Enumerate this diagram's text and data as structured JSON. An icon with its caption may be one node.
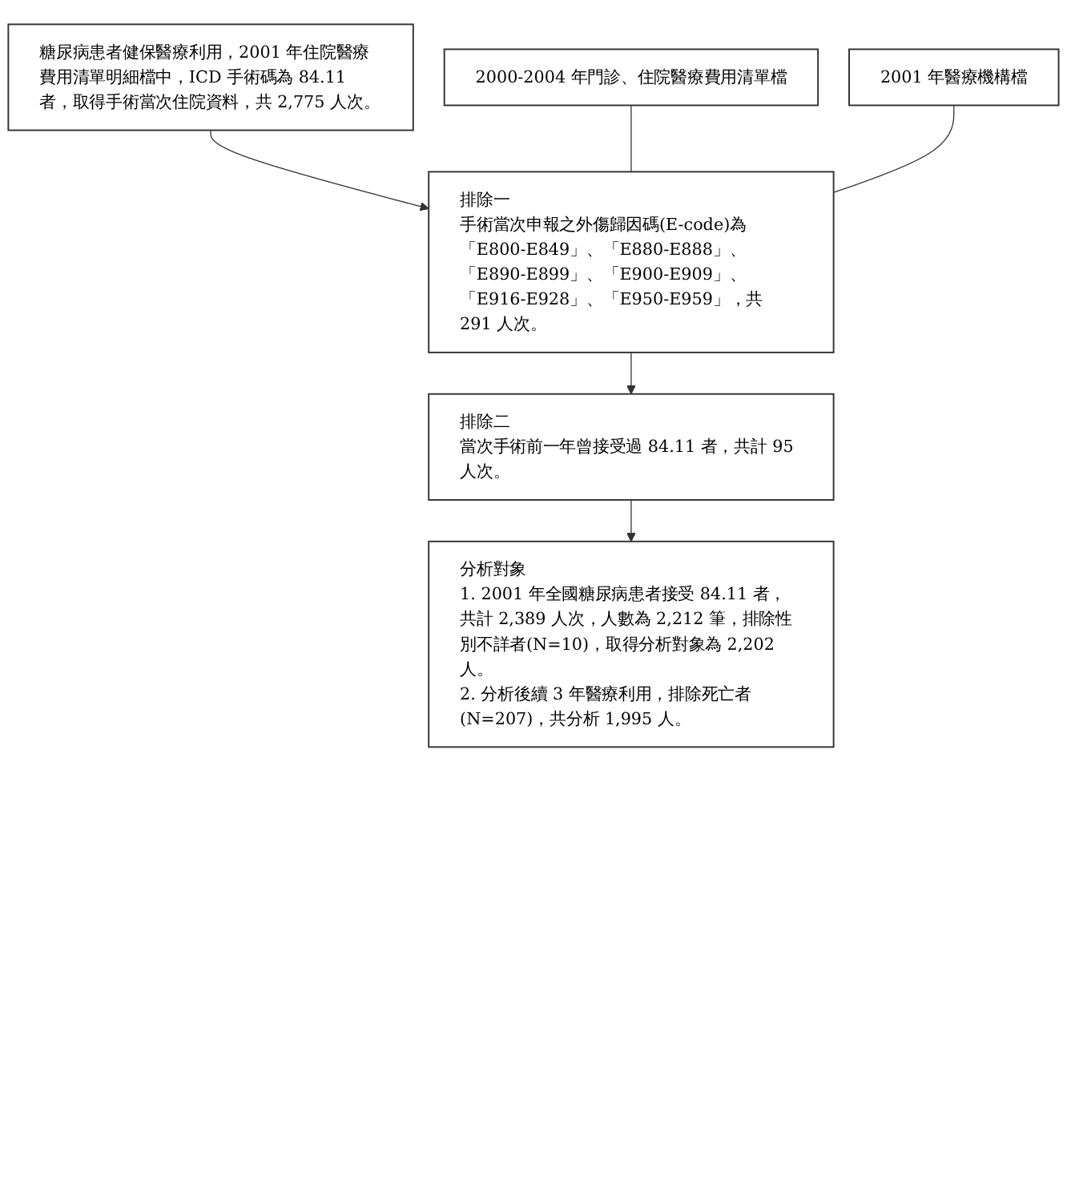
{
  "diagram": {
    "nodes": [
      {
        "text": [
          "糖尿病患者健保醫療利用，2001 年住院醫療費用清單明細檔中，ICD 手術碼為 84.11 者，取得手術當次住院資料，共 2,775 人次。"
        ]
      },
      {
        "text": [
          "2000-2004 年門診、住院醫療費用清單檔"
        ]
      },
      {
        "text": [
          "2001 年醫療機構檔"
        ]
      },
      {
        "text": [
          "排除一",
          "手術當次申報之外傷歸因碼(E-code)為「E800-E849」、「E880-E888」、「E890-E899」、「E900-E909」、「E916-E928」、「E950-E959」，共 291 人次。"
        ]
      },
      {
        "text": [
          "排除二",
          "當次手術前一年曾接受過 84.11 者，共計 95 人次。"
        ]
      },
      {
        "text": [
          "分析對象",
          "1. 2001 年全國糖尿病患者接受 84.11 者，共計 2,389 人次，人數為 2,212 筆，排除性別不詳者(N=10)，取得分析對象為 2,202 人。",
          "2. 分析後續 3 年醫療利用，排除死亡者(N=207)，共分析 1,995 人。"
        ]
      }
    ],
    "edges": [
      {
        "from": 0,
        "to": 3,
        "arrow": "to"
      },
      {
        "from": 1,
        "to": 3,
        "arrow": "none"
      },
      {
        "from": 2,
        "to": 3,
        "arrow": "none"
      },
      {
        "from": 3,
        "to": 4,
        "arrow": "to"
      },
      {
        "from": 4,
        "to": 5,
        "arrow": "to"
      }
    ]
  }
}
